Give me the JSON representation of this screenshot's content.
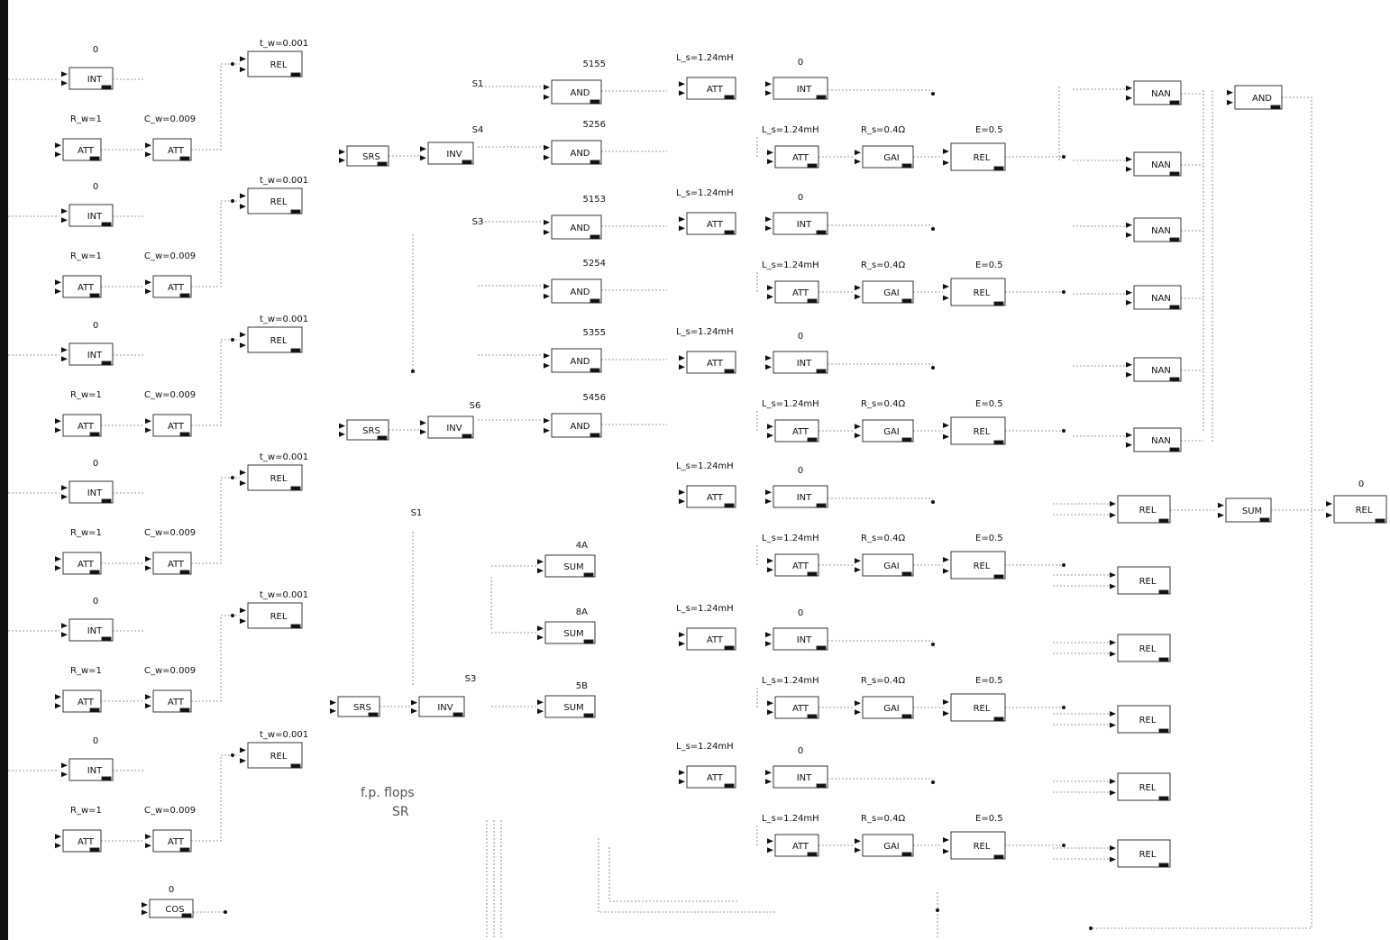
{
  "diagram": {
    "caption": [
      "f.p.  flops",
      "SR"
    ],
    "column1": {
      "rows": [
        {
          "int_ic": "0",
          "rel_param": "t_w=0.001",
          "att1_param": "R_w=1",
          "att2_param": "C_w=0.009"
        },
        {
          "int_ic": "0",
          "rel_param": "t_w=0.001",
          "att1_param": "R_w=1",
          "att2_param": "C_w=0.009"
        },
        {
          "int_ic": "0",
          "rel_param": "t_w=0.001",
          "att1_param": "R_w=1",
          "att2_param": "C_w=0.009"
        },
        {
          "int_ic": "0",
          "rel_param": "t_w=0.001",
          "att1_param": "R_w=1",
          "att2_param": "C_w=0.009"
        },
        {
          "int_ic": "0",
          "rel_param": "t_w=0.001",
          "att1_param": "R_w=1",
          "att2_param": "C_w=0.009"
        },
        {
          "int_ic": "0",
          "rel_param": "t_w=0.001",
          "att1_param": "R_w=1",
          "att2_param": "C_w=0.009"
        }
      ],
      "cos_ic": "0"
    },
    "block_labels": {
      "int": "INT",
      "rel": "REL",
      "att": "ATT",
      "and": "AND",
      "srs": "SRS",
      "inv": "INV",
      "sum": "SUM",
      "gai": "GAI",
      "nan": "NAN",
      "cos": "COS"
    },
    "middle": {
      "and_tops": [
        "5155",
        "5256",
        "5153",
        "5254",
        "5355",
        "5456"
      ],
      "signals": [
        "S1",
        "S4",
        "S3",
        "S6",
        "S1",
        "S3"
      ],
      "sum_tops": [
        "4A",
        "8A",
        "5B"
      ]
    },
    "column3": {
      "rows": [
        {
          "att1_param": "L_s=1.24mH",
          "int_ic": "0",
          "att2_param": "L_s=1.24mH",
          "gai_param": "R_s=0.4Ω",
          "rel_param": "E=0.5"
        },
        {
          "att1_param": "L_s=1.24mH",
          "int_ic": "0",
          "att2_param": "L_s=1.24mH",
          "gai_param": "R_s=0.4Ω",
          "rel_param": "E=0.5"
        },
        {
          "att1_param": "L_s=1.24mH",
          "int_ic": "0",
          "att2_param": "L_s=1.24mH",
          "gai_param": "R_s=0.4Ω",
          "rel_param": "E=0.5"
        },
        {
          "att1_param": "L_s=1.24mH",
          "int_ic": "0",
          "att2_param": "L_s=1.24mH",
          "gai_param": "R_s=0.4Ω",
          "rel_param": "E=0.5"
        },
        {
          "att1_param": "L_s=1.24mH",
          "int_ic": "0",
          "att2_param": "L_s=1.24mH",
          "gai_param": "R_s=0.4Ω",
          "rel_param": "E=0.5"
        },
        {
          "att1_param": "L_s=1.24mH",
          "int_ic": "0",
          "att2_param": "L_s=1.24mH",
          "gai_param": "R_s=0.4Ω",
          "rel_param": "E=0.5"
        }
      ]
    },
    "right": {
      "rel_param": "0"
    }
  }
}
